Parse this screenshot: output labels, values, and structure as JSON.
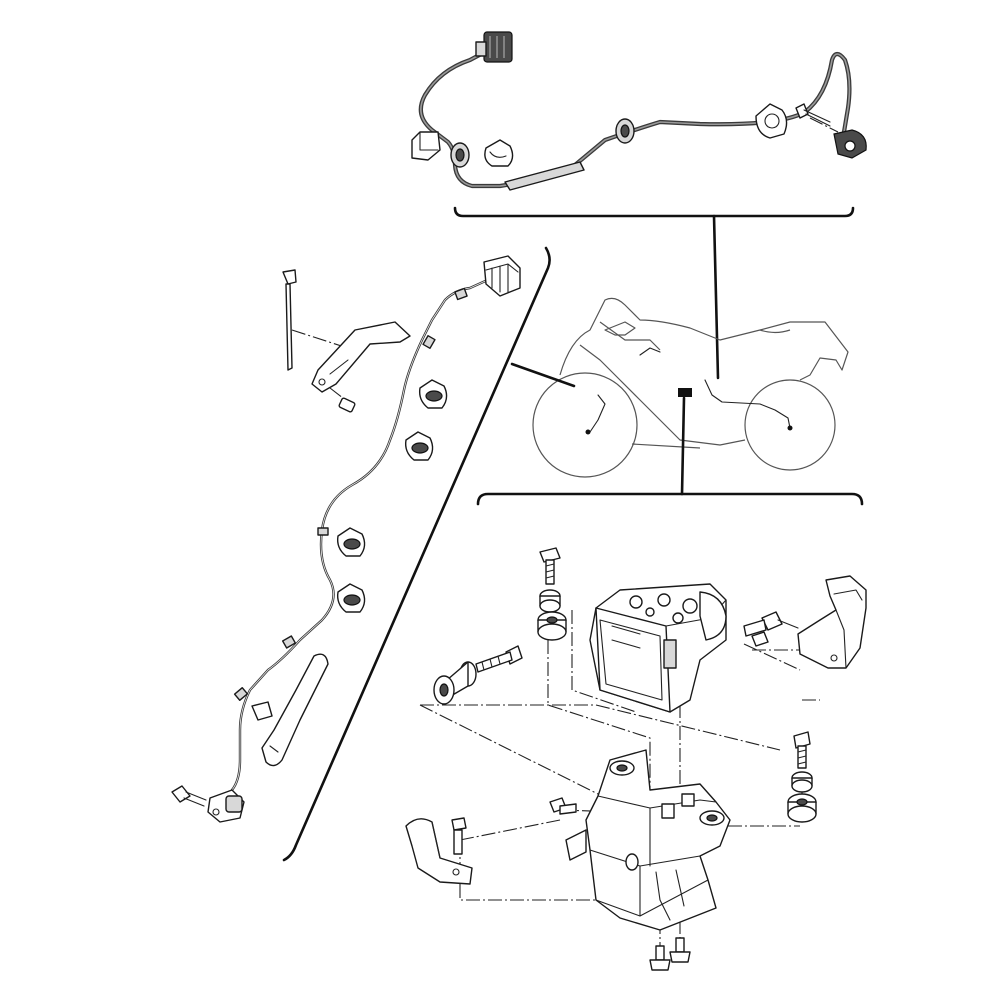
{
  "diagram": {
    "type": "exploded-parts-view",
    "panels": [
      {
        "id": "rear-wheel-sensor-harness",
        "position": "top"
      },
      {
        "id": "front-wheel-sensor-harness",
        "position": "left"
      },
      {
        "id": "motorcycle-overview",
        "position": "center"
      },
      {
        "id": "abs-hydraulic-unit-assembly",
        "position": "bottom-right"
      }
    ],
    "colors": {
      "line": "#1a1a1a",
      "harness": "#3a3a3a",
      "part_fill": "#ffffff",
      "shade": "#d8d8d8",
      "marker": "#111111"
    }
  }
}
